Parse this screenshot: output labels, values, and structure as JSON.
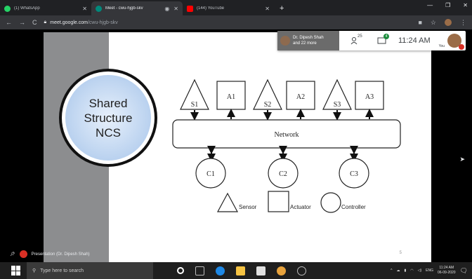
{
  "browser": {
    "tabs": [
      {
        "label": "(1) WhatsApp",
        "icon": "whatsapp-icon",
        "color": "#25d366",
        "active": false
      },
      {
        "label": "Meet - cwu-hjgb-skv",
        "icon": "meet-icon",
        "color": "#00897b",
        "active": true
      },
      {
        "label": "(144) YouTube",
        "icon": "youtube-icon",
        "color": "#ff0000",
        "active": false
      }
    ],
    "url_host": "meet.google.com",
    "url_path": "/cwu-hjgb-skv"
  },
  "meet": {
    "presenter_name": "Dr. Dipesh Shah",
    "presenter_more": "and 22 more",
    "participants_count": "25",
    "chat_count": "4",
    "clock": "11:24 AM",
    "you_label": "You",
    "presentation_label": "Presentation (Dr. Dipesh Shah)"
  },
  "slide": {
    "circle_text": [
      "Shared",
      "Structure",
      "NCS"
    ],
    "network_label": "Network",
    "sensors": [
      "S1",
      "S2",
      "S3"
    ],
    "actuators": [
      "A1",
      "A2",
      "A3"
    ],
    "controllers": [
      "C1",
      "C2",
      "C3"
    ],
    "legend": {
      "sensor": "Sensor",
      "actuator": "Actuator",
      "controller": "Controller"
    },
    "slide_number": "5"
  },
  "taskbar": {
    "search_placeholder": "Type here to search",
    "time": "11:24 AM",
    "date": "06-09-2020",
    "lang": "ENG"
  }
}
